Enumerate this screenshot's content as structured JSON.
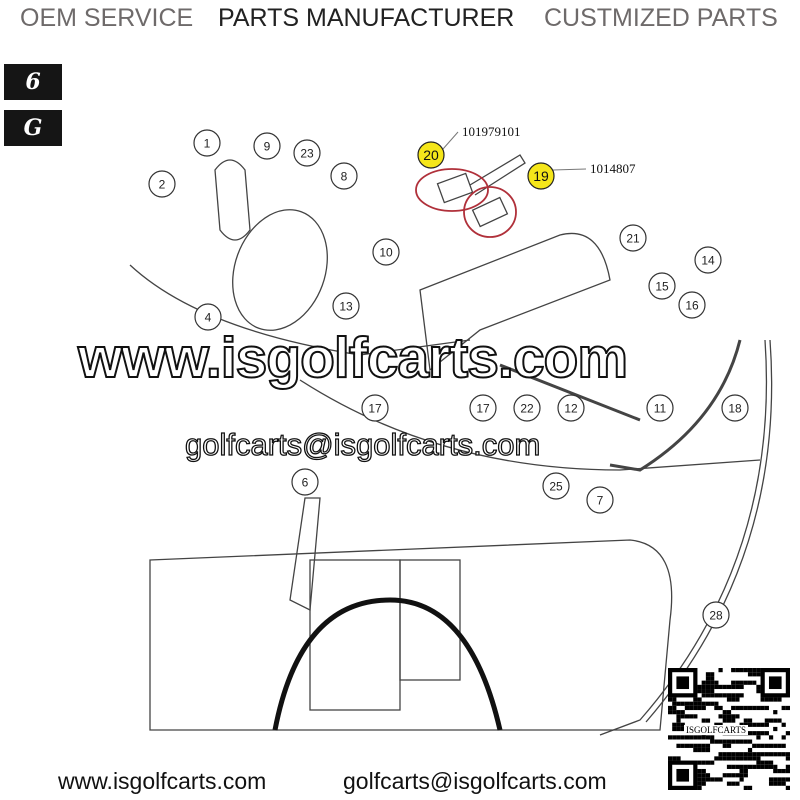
{
  "header": {
    "left": "OEM SERVICE",
    "center": "PARTS MANUFACTURER",
    "right": "CUSTMIZED PARTS"
  },
  "badges": [
    "6",
    "G"
  ],
  "diagram": {
    "callouts": [
      "1",
      "9",
      "23",
      "8",
      "2",
      "10",
      "4",
      "13",
      "17",
      "21",
      "14",
      "15",
      "16",
      "18",
      "11",
      "12",
      "17",
      "22",
      "25",
      "7",
      "6",
      "28"
    ],
    "highlighted": [
      {
        "number": "20",
        "part_no": "101979101"
      },
      {
        "number": "19",
        "part_no": "1014807"
      }
    ],
    "colors": {
      "highlight": "#f5e61a",
      "circle_mark": "#b0303a"
    }
  },
  "watermark": {
    "website": "www.isgolfcarts.com",
    "email": "golfcarts@isgolfcarts.com"
  },
  "footer": {
    "website": "www.isgolfcarts.com",
    "email": "golfcarts@isgolfcarts.com",
    "qr_label": "ISGOLFCARTS"
  }
}
